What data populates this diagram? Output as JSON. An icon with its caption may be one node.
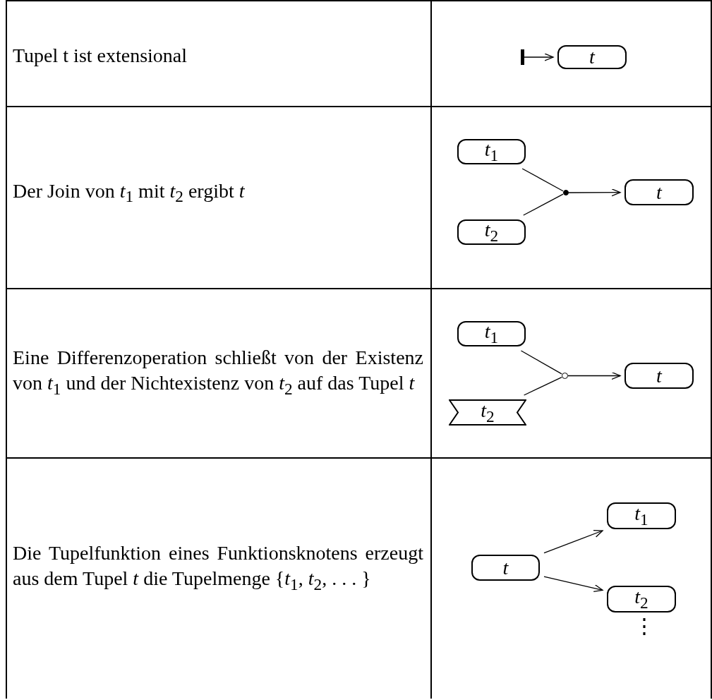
{
  "diagram": {
    "nodes": [
      {
        "text": [],
        "shape": "bar"
      },
      {
        "text": [
          "*t*"
        ]
      },
      {
        "text": [
          "*t*$_{1}$"
        ]
      },
      {
        "text": [
          "*t*$_{2}$"
        ]
      },
      {
        "text": [],
        "shape": "circle"
      },
      {
        "text": [
          "*t*"
        ]
      },
      {
        "text": [
          "*t*$_{1}$"
        ]
      },
      {
        "text": [
          "*t*$_{2}$"
        ]
      },
      {
        "text": [],
        "shape": "circle"
      },
      {
        "text": [
          "*t*"
        ]
      },
      {
        "text": [
          "*t*"
        ]
      },
      {
        "text": [
          "*t*$_{1}$"
        ]
      },
      {
        "text": [
          "*t*$_{2}$"
        ]
      }
    ],
    "edges": [
      {
        "from": 0,
        "to": 1,
        "arrow": "to"
      },
      {
        "from": 2,
        "to": 4,
        "arrow": "none"
      },
      {
        "from": 3,
        "to": 4,
        "arrow": "none"
      },
      {
        "from": 4,
        "to": 5,
        "arrow": "to"
      },
      {
        "from": 6,
        "to": 8,
        "arrow": "none"
      },
      {
        "from": 7,
        "to": 8,
        "arrow": "none"
      },
      {
        "from": 8,
        "to": 9,
        "arrow": "to"
      },
      {
        "from": 10,
        "to": 11,
        "arrow": "to"
      },
      {
        "from": 10,
        "to": 12,
        "arrow": "to"
      }
    ],
    "labels": [
      "Tupel t ist extensional",
      "Der Join von *t*$_{1}$ mit *t*$_{2}$ ergibt *t*",
      "Eine Differenzoperation schließt von der Existenz von *t*$_{1}$ und der Nichtexistenz von *t*$_{2}$ auf das Tupel *t*",
      "Die Tupelfunktion eines Funktionsknotens erzeugt aus dem Tupel *t* die Tupelmenge {*t*$_{1}$, *t*$_{2}$, . . . }",
      "⋮"
    ]
  }
}
